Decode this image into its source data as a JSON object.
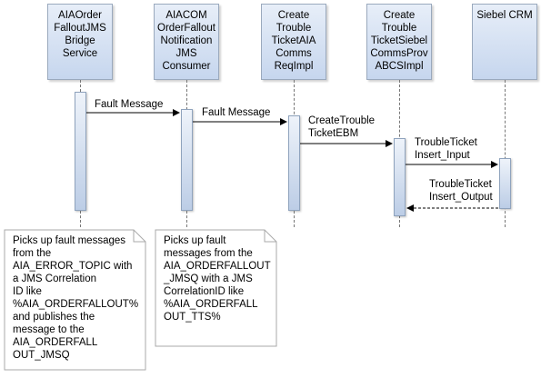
{
  "participants": [
    {
      "id": "p1",
      "lines": [
        "AIAOrder",
        "FalloutJMS",
        "Bridge",
        "Service"
      ]
    },
    {
      "id": "p2",
      "lines": [
        "AIACOM",
        "OrderFallout",
        "Notification",
        "JMS",
        "Consumer"
      ]
    },
    {
      "id": "p3",
      "lines": [
        "Create",
        "Trouble",
        "TicketAIA",
        "Comms",
        "ReqImpl"
      ]
    },
    {
      "id": "p4",
      "lines": [
        "Create",
        "Trouble",
        "TicketSiebel",
        "CommsProv",
        "ABCSImpl"
      ]
    },
    {
      "id": "p5",
      "lines": [
        "Siebel CRM"
      ]
    }
  ],
  "messages": [
    {
      "from": "p1",
      "to": "p2",
      "lines": [
        "Fault Message"
      ],
      "kind": "call"
    },
    {
      "from": "p2",
      "to": "p3",
      "lines": [
        "Fault Message"
      ],
      "kind": "call"
    },
    {
      "from": "p3",
      "to": "p4",
      "lines": [
        "CreateTrouble",
        "TicketEBM"
      ],
      "kind": "call"
    },
    {
      "from": "p4",
      "to": "p5",
      "lines": [
        "TroubleTicket",
        "Insert_Input"
      ],
      "kind": "call"
    },
    {
      "from": "p5",
      "to": "p4",
      "lines": [
        "TroubleTicket",
        "Insert_Output"
      ],
      "kind": "return"
    }
  ],
  "notes": [
    {
      "attached_to": "p1",
      "lines": [
        "Picks up fault messages",
        "from the",
        "AIA_ERROR_TOPIC with",
        "a JMS Correlation",
        "ID like",
        "%AIA_ORDERFALLOUT%",
        "and publishes the",
        "message to the",
        "AIA_ORDERFALL",
        "OUT_JMSQ"
      ]
    },
    {
      "attached_to": "p2",
      "lines": [
        "Picks up fault",
        "messages from the",
        "AIA_ORDERFALLOUT",
        "_JMSQ with a JMS",
        "CorrelationID like",
        "%AIA_ORDERFALL",
        "OUT_TTS%"
      ]
    }
  ],
  "colors": {
    "box_border": "#9aa9bd",
    "box_fill_top": "#e7eef8",
    "box_fill_bottom": "#c6d6ee",
    "line": "#000000",
    "note_border": "#aaaaaa"
  }
}
